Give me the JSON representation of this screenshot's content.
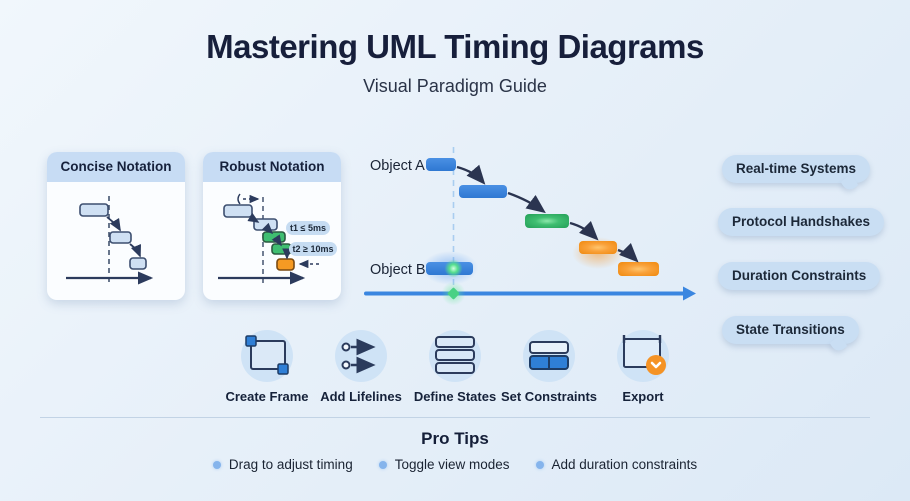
{
  "header": {
    "title": "Mastering UML Timing Diagrams",
    "subtitle": "Visual Paradigm Guide"
  },
  "cards": [
    {
      "title": "Concise Notation"
    },
    {
      "title": "Robust Notation",
      "constraints": [
        "t1 ≤ 5ms",
        "t2 ≥ 10ms"
      ]
    }
  ],
  "diagram": {
    "lifelines": [
      "Object A",
      "Object B"
    ]
  },
  "badges": [
    "Real-time Systems",
    "Protocol Handshakes",
    "Duration Constraints",
    "State Transitions"
  ],
  "workflow": [
    {
      "label": "Create Frame",
      "icon": "frame-icon"
    },
    {
      "label": "Add Lifelines",
      "icon": "lifelines-icon"
    },
    {
      "label": "Define States",
      "icon": "states-icon"
    },
    {
      "label": "Set Constraints",
      "icon": "constraints-icon"
    },
    {
      "label": "Export",
      "icon": "export-icon"
    }
  ],
  "pro_tips": {
    "title": "Pro Tips",
    "items": [
      "Drag to adjust timing",
      "Toggle view modes",
      "Add duration constraints"
    ]
  },
  "colors": {
    "navy_text": "#171f3b",
    "bar_blue": "#3b84dd",
    "bar_green": "#3fbe71",
    "bar_orange": "#f59a23",
    "badge_bg": "#c9def3",
    "timeline_blue": "#3a86e0"
  }
}
